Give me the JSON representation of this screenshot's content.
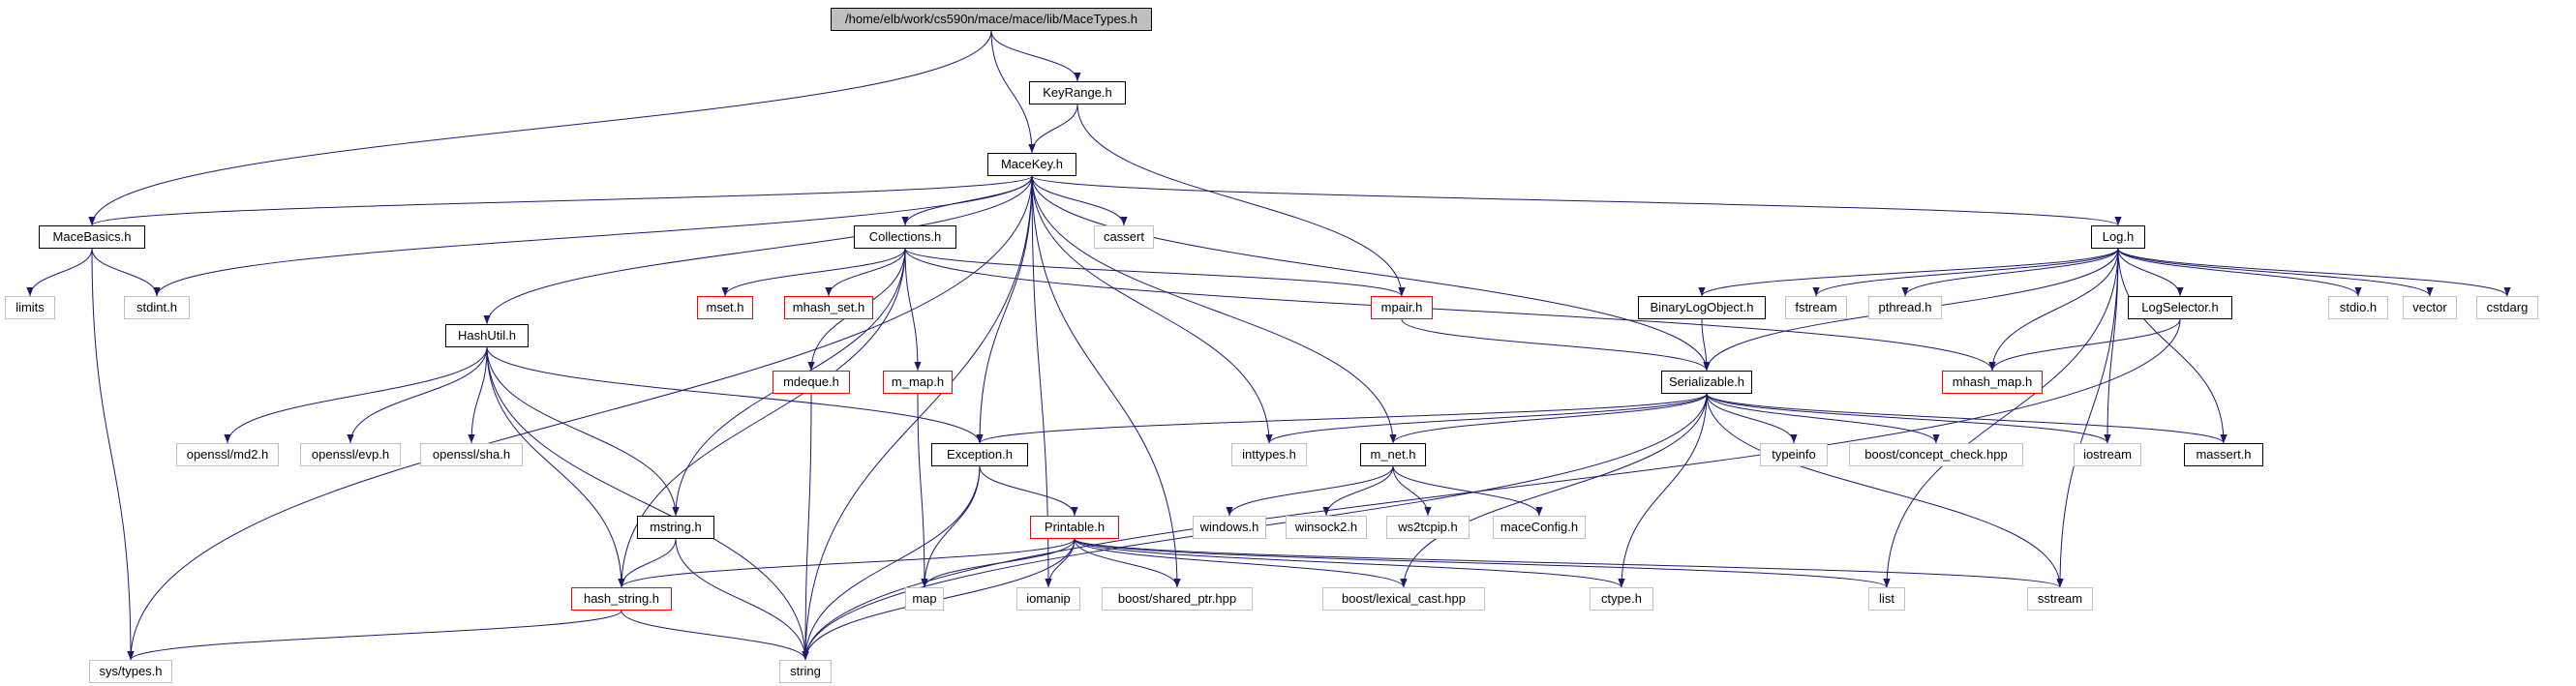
{
  "diagram": {
    "nodes": [
      {
        "id": "root",
        "label": "/home/elb/work/cs590n/mace/mace/lib/MaceTypes.h",
        "style": "root"
      },
      {
        "id": "keyrange",
        "label": "KeyRange.h",
        "style": "black"
      },
      {
        "id": "macekey",
        "label": "MaceKey.h",
        "style": "black"
      },
      {
        "id": "macebasics",
        "label": "MaceBasics.h",
        "style": "black"
      },
      {
        "id": "limits",
        "label": "limits",
        "style": "gray"
      },
      {
        "id": "stdint",
        "label": "stdint.h",
        "style": "gray"
      },
      {
        "id": "collections",
        "label": "Collections.h",
        "style": "black"
      },
      {
        "id": "cassert",
        "label": "cassert",
        "style": "gray"
      },
      {
        "id": "log",
        "label": "Log.h",
        "style": "black"
      },
      {
        "id": "mset",
        "label": "mset.h",
        "style": "red"
      },
      {
        "id": "mhashset",
        "label": "mhash_set.h",
        "style": "red"
      },
      {
        "id": "mpair",
        "label": "mpair.h",
        "style": "red"
      },
      {
        "id": "binarylog",
        "label": "BinaryLogObject.h",
        "style": "black"
      },
      {
        "id": "fstream",
        "label": "fstream",
        "style": "gray"
      },
      {
        "id": "pthread",
        "label": "pthread.h",
        "style": "gray"
      },
      {
        "id": "logselector",
        "label": "LogSelector.h",
        "style": "black"
      },
      {
        "id": "stdio",
        "label": "stdio.h",
        "style": "gray"
      },
      {
        "id": "vector",
        "label": "vector",
        "style": "gray"
      },
      {
        "id": "cstdarg",
        "label": "cstdarg",
        "style": "gray"
      },
      {
        "id": "hashutil",
        "label": "HashUtil.h",
        "style": "black"
      },
      {
        "id": "mdeque",
        "label": "mdeque.h",
        "style": "red"
      },
      {
        "id": "mmap",
        "label": "m_map.h",
        "style": "red"
      },
      {
        "id": "serializable",
        "label": "Serializable.h",
        "style": "black"
      },
      {
        "id": "mhashmap",
        "label": "mhash_map.h",
        "style": "red"
      },
      {
        "id": "md2",
        "label": "openssl/md2.h",
        "style": "gray"
      },
      {
        "id": "evp",
        "label": "openssl/evp.h",
        "style": "gray"
      },
      {
        "id": "sha",
        "label": "openssl/sha.h",
        "style": "gray"
      },
      {
        "id": "exception",
        "label": "Exception.h",
        "style": "black"
      },
      {
        "id": "inttypes",
        "label": "inttypes.h",
        "style": "gray"
      },
      {
        "id": "mnet",
        "label": "m_net.h",
        "style": "black"
      },
      {
        "id": "typeinfo",
        "label": "typeinfo",
        "style": "gray"
      },
      {
        "id": "conceptcheck",
        "label": "boost/concept_check.hpp",
        "style": "gray"
      },
      {
        "id": "iostream",
        "label": "iostream",
        "style": "gray"
      },
      {
        "id": "massert",
        "label": "massert.h",
        "style": "black"
      },
      {
        "id": "mstring",
        "label": "mstring.h",
        "style": "black"
      },
      {
        "id": "printable",
        "label": "Printable.h",
        "style": "red"
      },
      {
        "id": "windows",
        "label": "windows.h",
        "style": "gray"
      },
      {
        "id": "winsock2",
        "label": "winsock2.h",
        "style": "gray"
      },
      {
        "id": "ws2tcpip",
        "label": "ws2tcpip.h",
        "style": "gray"
      },
      {
        "id": "maceconfig",
        "label": "maceConfig.h",
        "style": "gray"
      },
      {
        "id": "hashstring",
        "label": "hash_string.h",
        "style": "red"
      },
      {
        "id": "map",
        "label": "map",
        "style": "gray"
      },
      {
        "id": "iomanip",
        "label": "iomanip",
        "style": "gray"
      },
      {
        "id": "sharedptr",
        "label": "boost/shared_ptr.hpp",
        "style": "gray"
      },
      {
        "id": "lexicalcast",
        "label": "boost/lexical_cast.hpp",
        "style": "gray"
      },
      {
        "id": "ctype",
        "label": "ctype.h",
        "style": "gray"
      },
      {
        "id": "list",
        "label": "list",
        "style": "gray"
      },
      {
        "id": "sstream",
        "label": "sstream",
        "style": "gray"
      },
      {
        "id": "systypes",
        "label": "sys/types.h",
        "style": "gray"
      },
      {
        "id": "string",
        "label": "string",
        "style": "gray"
      }
    ],
    "edges": [
      [
        "root",
        "keyrange"
      ],
      [
        "root",
        "macekey"
      ],
      [
        "root",
        "macebasics"
      ],
      [
        "keyrange",
        "macekey"
      ],
      [
        "keyrange",
        "mpair"
      ],
      [
        "macekey",
        "macebasics"
      ],
      [
        "macekey",
        "stdint"
      ],
      [
        "macekey",
        "collections"
      ],
      [
        "macekey",
        "cassert"
      ],
      [
        "macekey",
        "log"
      ],
      [
        "macekey",
        "hashutil"
      ],
      [
        "macekey",
        "exception"
      ],
      [
        "macekey",
        "inttypes"
      ],
      [
        "macekey",
        "mnet"
      ],
      [
        "macekey",
        "serializable"
      ],
      [
        "macekey",
        "iomanip"
      ],
      [
        "macekey",
        "sharedptr"
      ],
      [
        "macekey",
        "string"
      ],
      [
        "macekey",
        "systypes"
      ],
      [
        "macebasics",
        "limits"
      ],
      [
        "macebasics",
        "stdint"
      ],
      [
        "macebasics",
        "systypes"
      ],
      [
        "collections",
        "mset"
      ],
      [
        "collections",
        "mhashset"
      ],
      [
        "collections",
        "mpair"
      ],
      [
        "collections",
        "mdeque"
      ],
      [
        "collections",
        "mmap"
      ],
      [
        "collections",
        "mhashmap"
      ],
      [
        "collections",
        "mstring"
      ],
      [
        "collections",
        "hashstring"
      ],
      [
        "log",
        "binarylog"
      ],
      [
        "log",
        "fstream"
      ],
      [
        "log",
        "pthread"
      ],
      [
        "log",
        "logselector"
      ],
      [
        "log",
        "stdio"
      ],
      [
        "log",
        "vector"
      ],
      [
        "log",
        "cstdarg"
      ],
      [
        "log",
        "serializable"
      ],
      [
        "log",
        "mhashmap"
      ],
      [
        "log",
        "iostream"
      ],
      [
        "log",
        "massert"
      ],
      [
        "log",
        "list"
      ],
      [
        "log",
        "sstream"
      ],
      [
        "binarylog",
        "serializable"
      ],
      [
        "logselector",
        "mhashmap"
      ],
      [
        "logselector",
        "string"
      ],
      [
        "mpair",
        "serializable"
      ],
      [
        "hashutil",
        "md2"
      ],
      [
        "hashutil",
        "evp"
      ],
      [
        "hashutil",
        "sha"
      ],
      [
        "hashutil",
        "exception"
      ],
      [
        "hashutil",
        "mstring"
      ],
      [
        "hashutil",
        "hashstring"
      ],
      [
        "hashutil",
        "string"
      ],
      [
        "mdeque",
        "string"
      ],
      [
        "mmap",
        "map"
      ],
      [
        "serializable",
        "exception"
      ],
      [
        "serializable",
        "inttypes"
      ],
      [
        "serializable",
        "mnet"
      ],
      [
        "serializable",
        "typeinfo"
      ],
      [
        "serializable",
        "conceptcheck"
      ],
      [
        "serializable",
        "iostream"
      ],
      [
        "serializable",
        "massert"
      ],
      [
        "serializable",
        "sstream"
      ],
      [
        "serializable",
        "lexicalcast"
      ],
      [
        "serializable",
        "ctype"
      ],
      [
        "serializable",
        "string"
      ],
      [
        "exception",
        "printable"
      ],
      [
        "exception",
        "map"
      ],
      [
        "exception",
        "string"
      ],
      [
        "mnet",
        "windows"
      ],
      [
        "mnet",
        "winsock2"
      ],
      [
        "mnet",
        "ws2tcpip"
      ],
      [
        "mnet",
        "maceconfig"
      ],
      [
        "mstring",
        "hashstring"
      ],
      [
        "mstring",
        "string"
      ],
      [
        "printable",
        "hashstring"
      ],
      [
        "printable",
        "map"
      ],
      [
        "printable",
        "iomanip"
      ],
      [
        "printable",
        "sharedptr"
      ],
      [
        "printable",
        "lexicalcast"
      ],
      [
        "printable",
        "ctype"
      ],
      [
        "printable",
        "list"
      ],
      [
        "printable",
        "sstream"
      ],
      [
        "printable",
        "string"
      ],
      [
        "hashstring",
        "systypes"
      ],
      [
        "hashstring",
        "string"
      ]
    ]
  },
  "colors": {
    "edge": "#191970",
    "black_border": "#000000",
    "red_border": "#ff0000",
    "gray_border": "#bfbfbf",
    "root_fill": "#bfbfbf"
  }
}
